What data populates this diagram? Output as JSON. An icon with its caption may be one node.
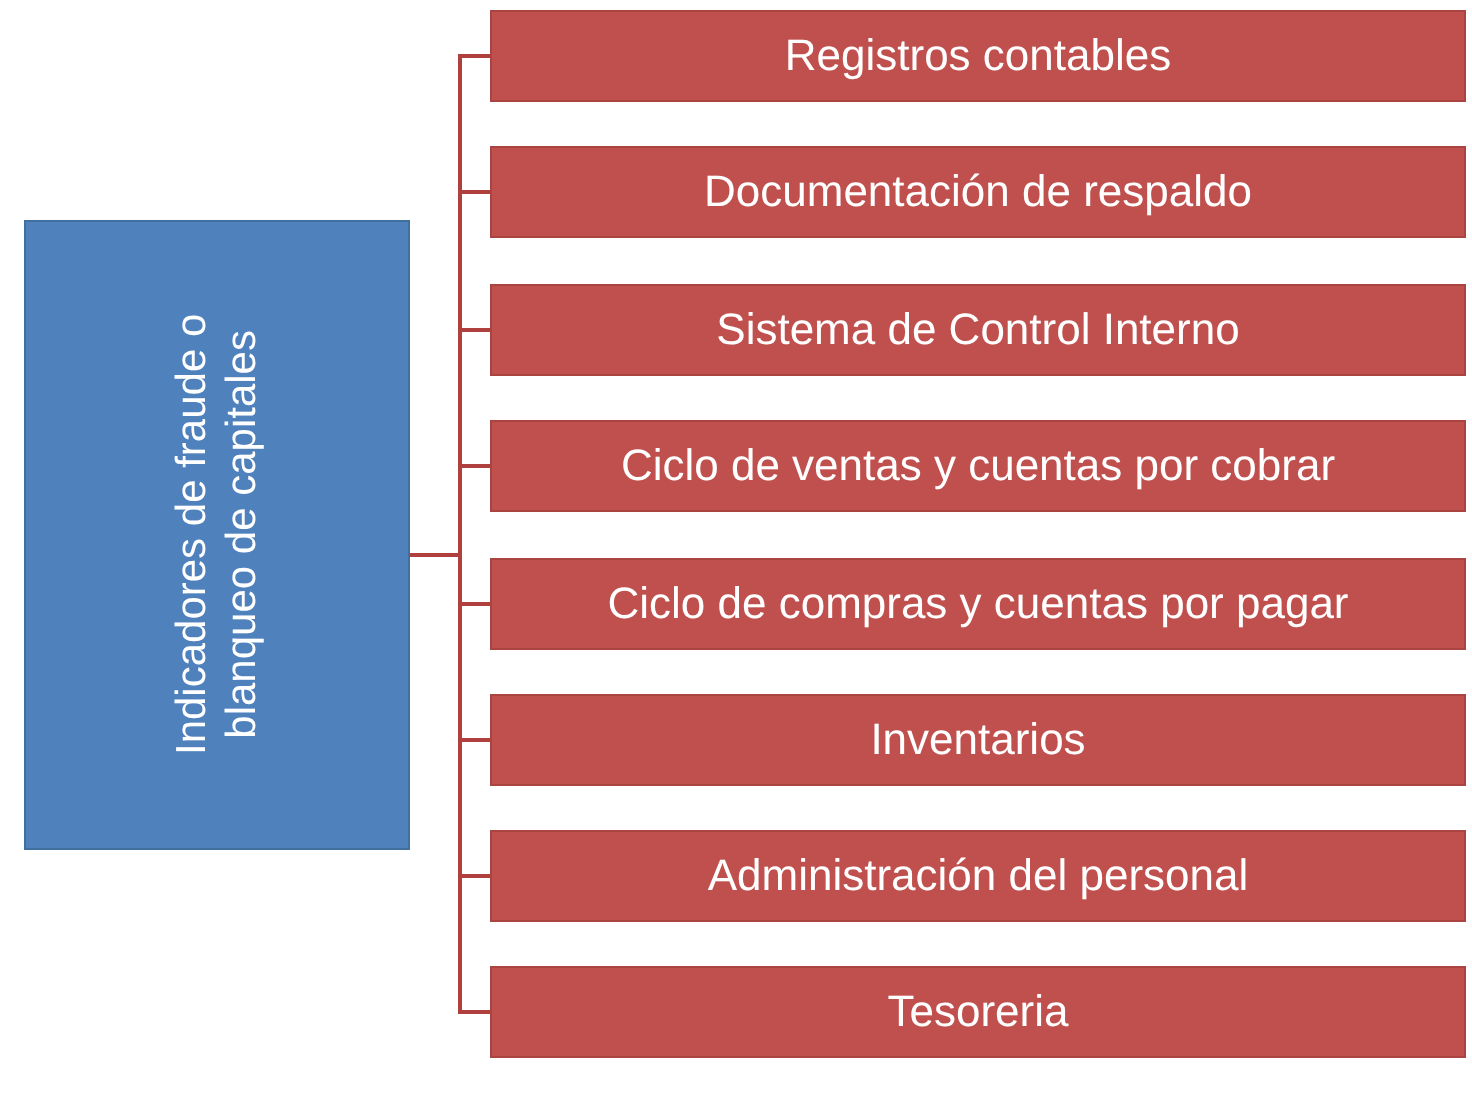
{
  "diagram": {
    "nodes": [
      {
        "text": [
          "Indicadores de fraude o blanqueo de capitales"
        ]
      },
      {
        "text": [
          "Registros contables"
        ]
      },
      {
        "text": [
          "Documentación de respaldo"
        ]
      },
      {
        "text": [
          "Sistema de Control Interno"
        ]
      },
      {
        "text": [
          "Ciclo de ventas y cuentas por cobrar"
        ]
      },
      {
        "text": [
          "Ciclo de compras y cuentas por pagar"
        ]
      },
      {
        "text": [
          "Inventarios"
        ]
      },
      {
        "text": [
          "Administración del personal"
        ]
      },
      {
        "text": [
          "Tesoreria"
        ]
      }
    ],
    "edges": [
      {
        "from": 0,
        "to": 1,
        "arrow": "none"
      },
      {
        "from": 0,
        "to": 2,
        "arrow": "none"
      },
      {
        "from": 0,
        "to": 3,
        "arrow": "none"
      },
      {
        "from": 0,
        "to": 4,
        "arrow": "none"
      },
      {
        "from": 0,
        "to": 5,
        "arrow": "none"
      },
      {
        "from": 0,
        "to": 6,
        "arrow": "none"
      },
      {
        "from": 0,
        "to": 7,
        "arrow": "none"
      },
      {
        "from": 0,
        "to": 8,
        "arrow": "none"
      }
    ]
  }
}
